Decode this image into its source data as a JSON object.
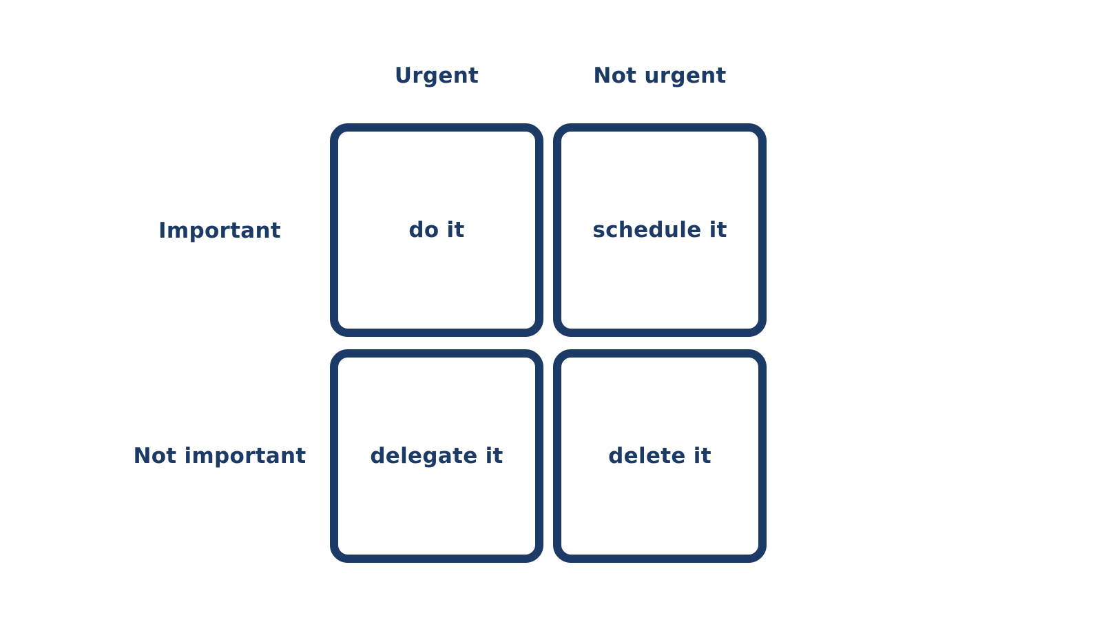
{
  "matrix": {
    "columns": [
      "Urgent",
      "Not urgent"
    ],
    "rows": [
      "Important",
      "Not important"
    ],
    "cells": {
      "do": "do it",
      "schedule": "schedule it",
      "delegate": "delegate it",
      "delete": "delete it"
    }
  },
  "colors": {
    "primary": "#1b3a66",
    "background": "#ffffff"
  }
}
